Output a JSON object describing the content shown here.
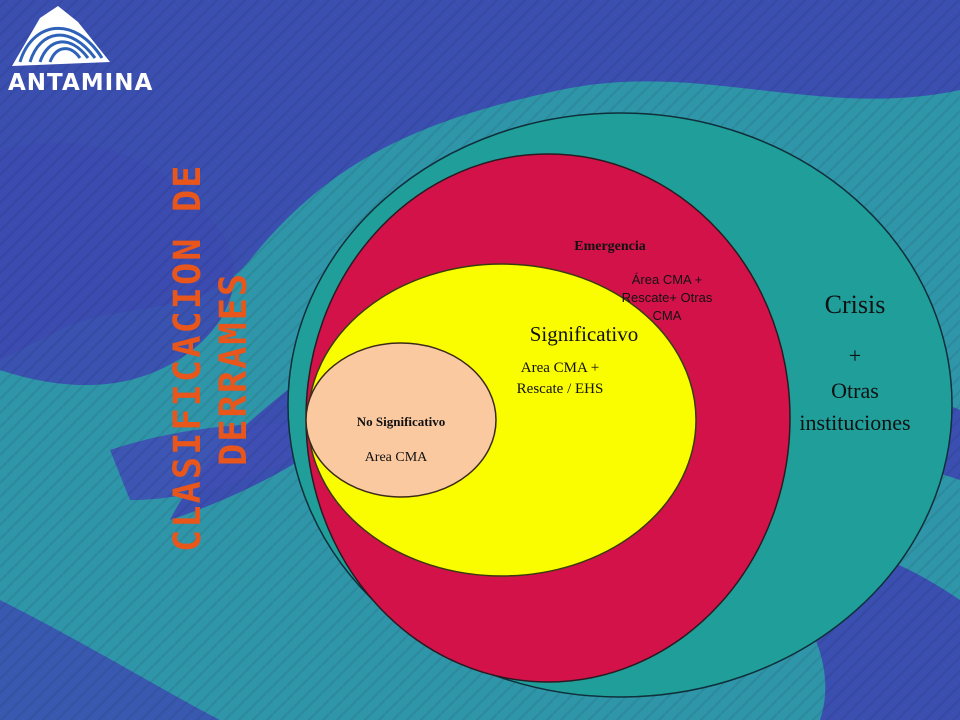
{
  "logo": {
    "text": "ANTAMINA"
  },
  "title": {
    "line1": "CLASIFICACION DE",
    "line2": "DERRAMES"
  },
  "levels": {
    "crisis": {
      "name": "Crisis",
      "plus": "+",
      "scope_line1": "Otras",
      "scope_line2": "instituciones",
      "color": "#1f9e9a"
    },
    "emergencia": {
      "name": "Emergencia",
      "scope_line1": "Área CMA +",
      "scope_line2": "Rescate+ Otras",
      "scope_line3": "CMA",
      "color": "#d3124a"
    },
    "significativo": {
      "name": "Significativo",
      "scope_line1": "Area CMA +",
      "scope_line2": "Rescate / EHS",
      "color": "#fafc00"
    },
    "no_significativo": {
      "name": "No Significativo",
      "scope": "Area CMA",
      "color": "#fbc9a0"
    }
  },
  "colors": {
    "background_blue": "#3a4fb0",
    "background_teal": "#2e8fa3",
    "title_orange": "#e8561c"
  }
}
